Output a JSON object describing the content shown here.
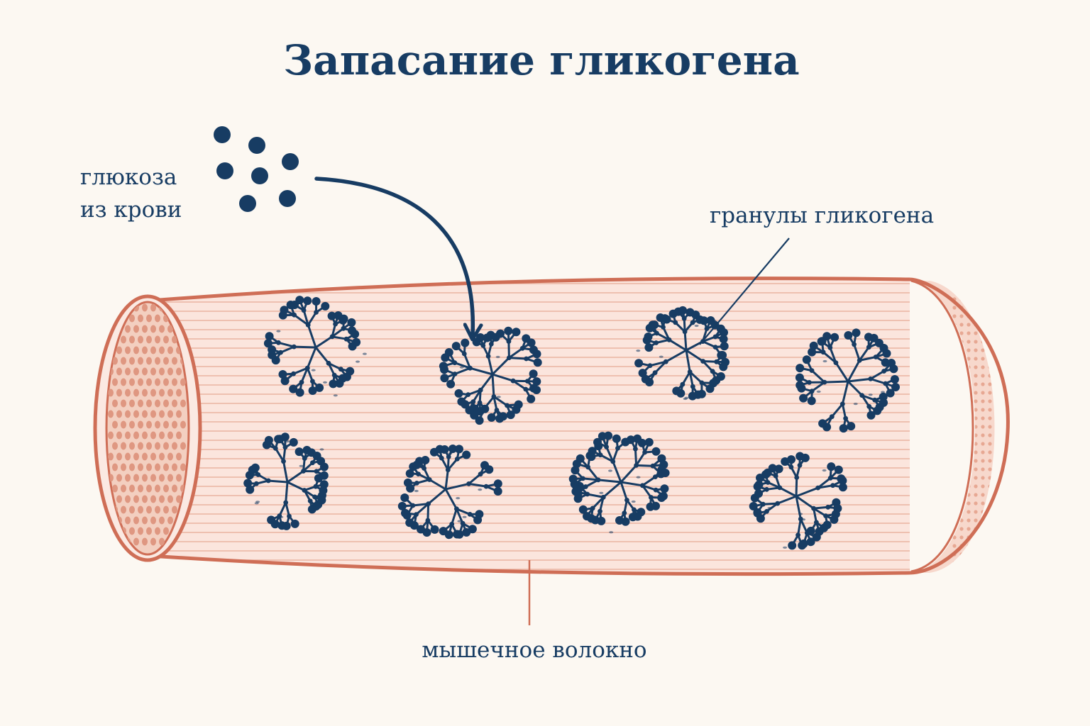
{
  "title": "Запасание гликогена",
  "labels": {
    "glucose_line1": "глюкоза",
    "glucose_line2": "из крови",
    "granules": "гранулы гликогена",
    "fiber": "мышечное волокно"
  },
  "colors": {
    "background": "#fcf8f2",
    "ink": "#173c63",
    "fiber_outline": "#cf6e56",
    "fiber_fill": "#fbe5dd",
    "striation": "#eab3a2",
    "cross_section_fill": "#f3cfc0"
  },
  "glucose_dot_count": 7,
  "granule_count": 8
}
